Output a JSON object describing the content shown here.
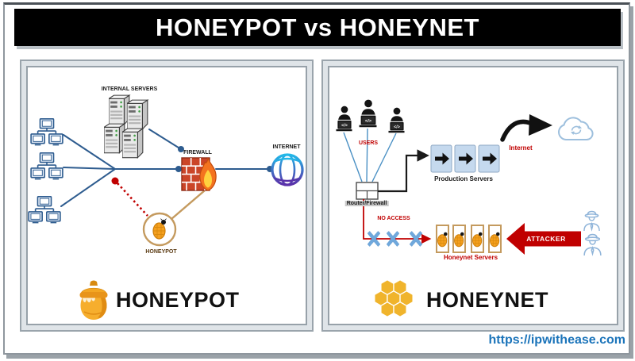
{
  "header": {
    "title": "HONEYPOT vs HONEYNET"
  },
  "honeypot_panel": {
    "internal_servers_label": "INTERNAL SERVERS",
    "firewall_label": "FIREWALL",
    "internet_label": "INTERNET",
    "honeypot_node_label": "HONEYPOT",
    "caption": "HONEYPOT"
  },
  "honeynet_panel": {
    "users_label": "USERS",
    "user_laptop_glyph": "</>",
    "router_label": "Router/Firewall",
    "production_servers_label": "Production Servers",
    "internet_label": "Internet",
    "no_access_label": "NO ACCESS",
    "honeynet_servers_label": "Honeynet Servers",
    "attacker_label": "ATTACKER",
    "caption": "HONEYNET"
  },
  "footer": {
    "site_url": "https://ipwithease.com"
  },
  "colors": {
    "banner_bg": "#000000",
    "banner_text": "#ffffff",
    "line_blue": "#2e5c8f",
    "alert_red": "#c00000",
    "honey_orange": "#f5a01f",
    "honeycomb_yellow": "#f0b42c",
    "production_box_blue": "#c5d9ee",
    "block_x_blue": "#6fa8dc",
    "frame_gray": "#9aa5ad",
    "link_blue": "#1b74ba"
  },
  "icons": {
    "honeypot_logo": "honey-jar-icon",
    "honeynet_logo": "honeycomb-icon",
    "honeypot_internet": "globe-icon",
    "honeynet_internet": "cloud-sync-icon",
    "firewall": "brick-wall-flame-icon",
    "workstations": "lan-cluster-icon",
    "internal_servers": "server-stack-icon",
    "users": "person-laptop-icon",
    "router": "router-firewall-icon",
    "blocked": "x-cross-icon",
    "attacker": "spy-icon"
  }
}
